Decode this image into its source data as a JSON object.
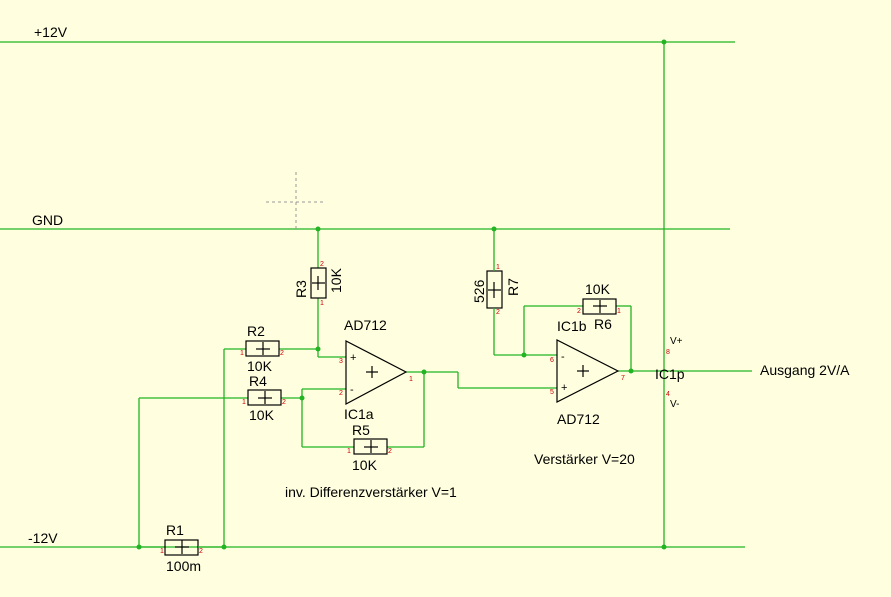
{
  "rails": {
    "vpos": "+12V",
    "gnd": "GND",
    "vneg": "-12V"
  },
  "components": {
    "r1": {
      "ref": "R1",
      "value": "100m",
      "pin_a": "1",
      "pin_b": "2"
    },
    "r2": {
      "ref": "R2",
      "value": "10K",
      "pin_a": "1",
      "pin_b": "2"
    },
    "r3": {
      "ref": "R3",
      "value": "10K",
      "pin_a": "2",
      "pin_b": "1"
    },
    "r4": {
      "ref": "R4",
      "value": "10K",
      "pin_a": "1",
      "pin_b": "2"
    },
    "r5": {
      "ref": "R5",
      "value": "10K",
      "pin_a": "1",
      "pin_b": "2"
    },
    "r6": {
      "ref": "R6",
      "value": "10K",
      "pin_a": "2",
      "pin_b": "1"
    },
    "r7": {
      "ref": "R7",
      "value": "526",
      "pin_a": "1",
      "pin_b": "2"
    },
    "ic1a": {
      "ref": "IC1a",
      "type": "AD712",
      "pin_plus": "3",
      "pin_minus": "2",
      "pin_out": "1"
    },
    "ic1b": {
      "ref": "IC1b",
      "type": "AD712",
      "pin_minus": "6",
      "pin_plus": "5",
      "pin_out": "7"
    },
    "ic1p": {
      "ref": "IC1p",
      "vplus": "V+",
      "vminus": "V-",
      "pin_vplus": "8",
      "pin_vminus": "4"
    }
  },
  "labels": {
    "output": "Ausgang 2V/A",
    "stage1": "inv. Differenzverstärker V=1",
    "stage2": "Verstärker V=20"
  },
  "colors": {
    "background": "#ffffe0",
    "wire": "#22b422",
    "pin_number": "#cc0000"
  }
}
